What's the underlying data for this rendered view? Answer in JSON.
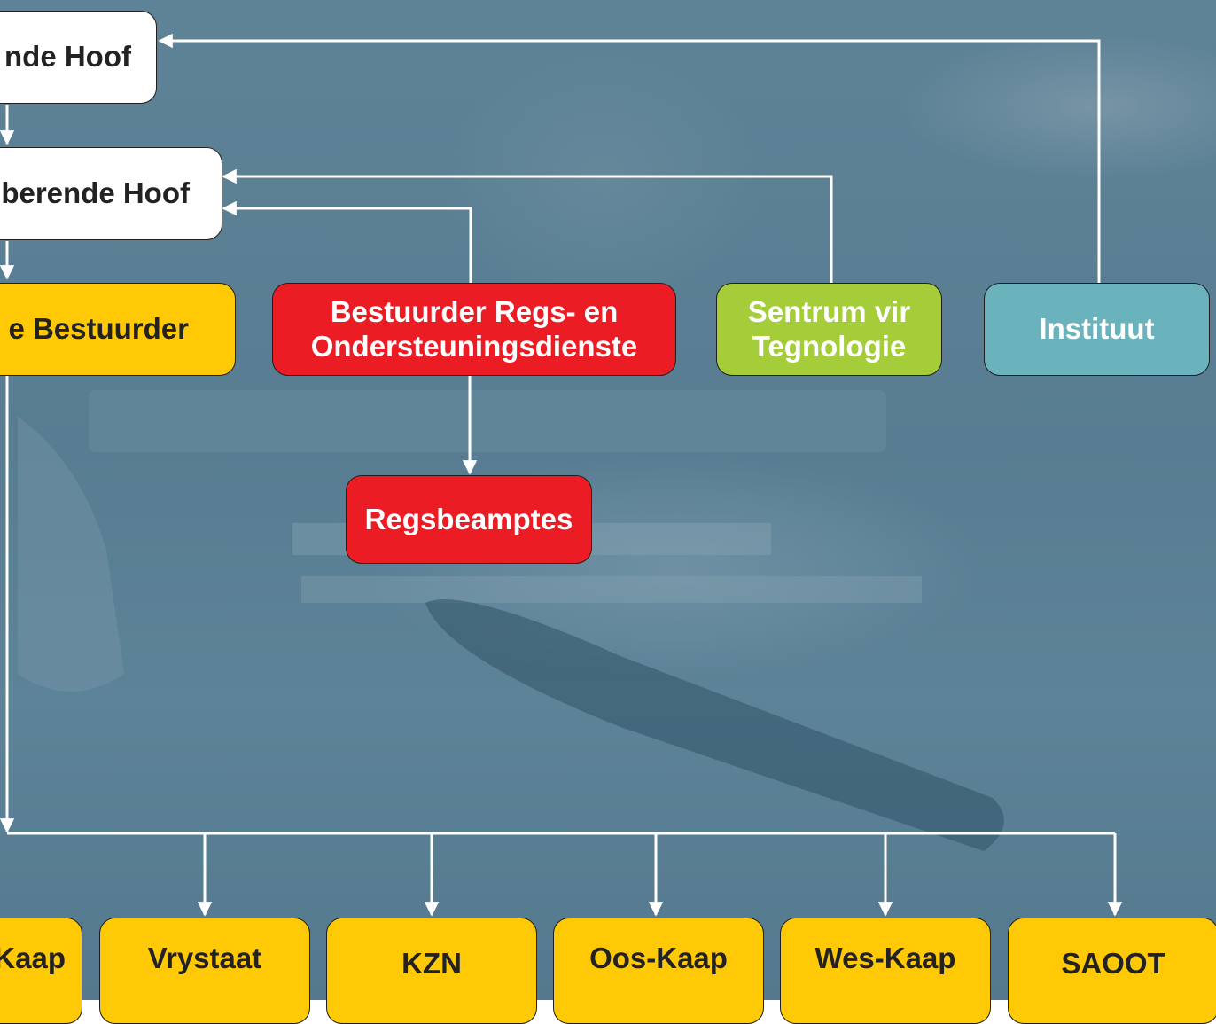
{
  "nodes": {
    "head": "nde Hoof",
    "deputy_head": "berende Hoof",
    "director_left": "e Bestuurder",
    "director_legal": "Bestuurder Regs- en\nOndersteuningsdienste",
    "tech_centre": "Sentrum vir\nTegnologie",
    "institute": "Instituut",
    "legal_officers": "Regsbeamptes"
  },
  "regions": [
    "Kaap",
    "Vrystaat",
    "KZN",
    "Oos-Kaap",
    "Wes-Kaap",
    "SAOOT"
  ],
  "colors": {
    "white": "#ffffff",
    "yellow": "#ffc905",
    "red": "#ec1c24",
    "green": "#a4cd39",
    "teal": "#6ab3bc",
    "connector": "#ffffff"
  }
}
